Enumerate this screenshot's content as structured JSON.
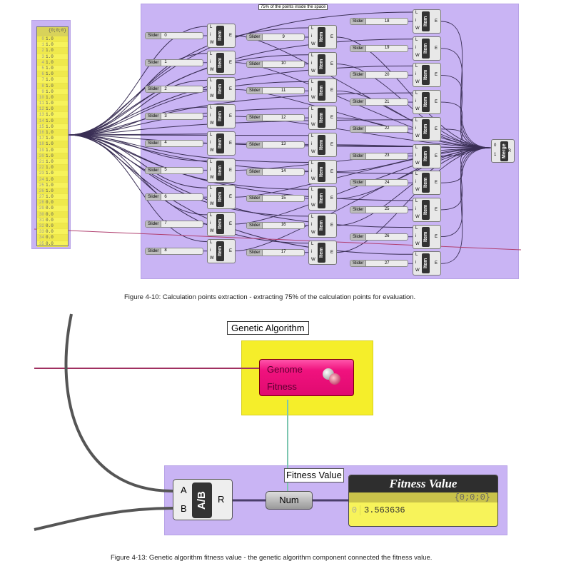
{
  "figure1": {
    "group_label": "75% of the points inside the space",
    "panel_header": "{0;0;0}",
    "panel_rows": [
      "1.0",
      "1.0",
      "1.0",
      "1.0",
      "1.0",
      "1.0",
      "1.0",
      "1.0",
      "1.0",
      "1.0",
      "1.0",
      "1.0",
      "1.0",
      "1.0",
      "1.0",
      "1.0",
      "1.0",
      "1.0",
      "1.0",
      "1.0",
      "1.0",
      "1.0",
      "1.0",
      "1.0",
      "1.0",
      "1.0",
      "1.0",
      "1.0",
      "0.0",
      "0.0",
      "0.0",
      "0.0",
      "0.0",
      "0.0",
      "0.0",
      "0.0"
    ],
    "slider_label": "Slider",
    "slider_values": [
      "0",
      "1",
      "2",
      "3",
      "4",
      "5",
      "6",
      "7",
      "8",
      "9",
      "10",
      "11",
      "12",
      "13",
      "14",
      "15",
      "16",
      "17",
      "18",
      "19",
      "20",
      "21",
      "22",
      "23",
      "24",
      "25",
      "26",
      "27"
    ],
    "item": {
      "name": "Item",
      "inputs": [
        "L",
        "i",
        "W"
      ],
      "output": "E"
    },
    "merge": {
      "name": "Merge",
      "inputs": [
        "0",
        "1"
      ],
      "output": "R"
    },
    "caption": "Figure 4-10: Calculation points extraction - extracting 75% of the calculation points for evaluation."
  },
  "figure2": {
    "ga_label": "Genetic Algorithm",
    "ga_inputs": [
      "Genome",
      "Fitness"
    ],
    "division": {
      "name": "A/B",
      "inputs": [
        "A",
        "B"
      ],
      "output": "R"
    },
    "num_label": "Num",
    "tooltip": "Fitness Value",
    "panel_title": "Fitness Value",
    "panel_header": "{0;0;0}",
    "panel_index": "0",
    "panel_value": "3.563636",
    "caption": "Figure 4-13: Genetic algorithm fitness value - the genetic algorithm component connected the fitness value."
  },
  "colors": {
    "group": "#c9b4f4",
    "panel": "#f7f35a",
    "ga_group": "#f5ee2a",
    "ga_component": "#f0127e"
  }
}
